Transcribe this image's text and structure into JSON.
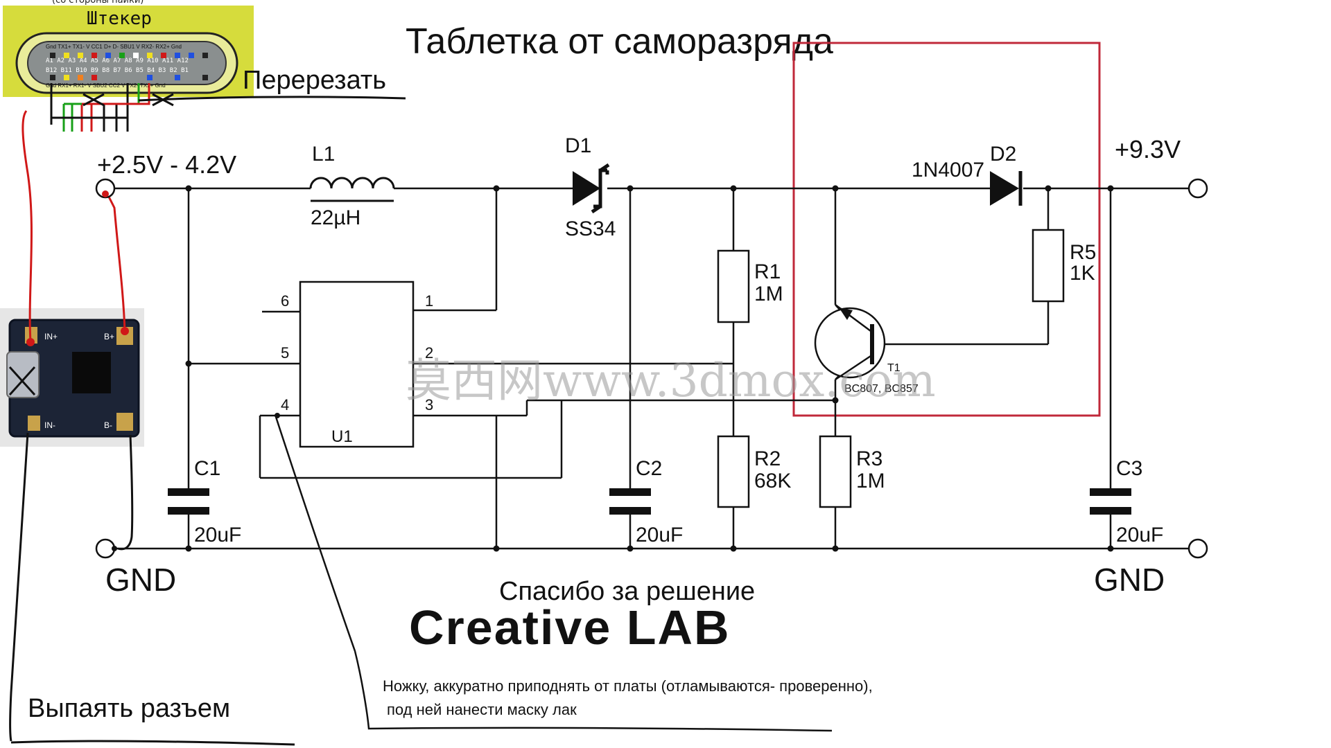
{
  "title": "Таблетка от саморазряда",
  "subtitle_thanks": "Спасибо за решение",
  "brand": "Creative LAB",
  "watermark": "莫西网www.3dmox.com",
  "notes": {
    "cut": "Перерезать",
    "desolder": "Выпаять разъем",
    "leg_line1": "Ножку, аккуратно приподнять от платы (отламываются- проверенно),",
    "leg_line2": "под ней нанести маску лак"
  },
  "connector": {
    "top_text": "(со стороны пайки)",
    "name": "Штекер",
    "pins_top": "Gnd TX1+ TX1- V CC1 D+ D- SBU1 V RX2- RX2+ Gnd",
    "pins_a": "A1 A2 A3 A4 A5 A6 A7 A8 A9 A10 A11 A12",
    "pins_b": "B12 B11 B10 B9 B8 B7 B6 B5 B4 B3 B2 B1",
    "pins_bottom": "Gnd RX1+ RX1- V SBU2 CC2 V TX2- TX2+ Gnd"
  },
  "board": {
    "in_plus": "IN+",
    "b_plus": "B+",
    "in_minus": "IN-",
    "b_minus": "B-"
  },
  "rails": {
    "vin": "+2.5V - 4.2V",
    "vout": "+9.3V",
    "gnd_left": "GND",
    "gnd_right": "GND"
  },
  "components": {
    "L1": {
      "ref": "L1",
      "value": "22µH"
    },
    "D1": {
      "ref": "D1",
      "value": "SS34"
    },
    "D2": {
      "ref": "D2",
      "value": "1N4007"
    },
    "R1": {
      "ref": "R1",
      "value": "1M"
    },
    "R2": {
      "ref": "R2",
      "value": "68K"
    },
    "R3": {
      "ref": "R3",
      "value": "1M"
    },
    "R5": {
      "ref": "R5",
      "value": "1K"
    },
    "T1": {
      "ref": "T1",
      "value": "BC807, BC857"
    },
    "C1": {
      "ref": "C1",
      "value": "20uF"
    },
    "C2": {
      "ref": "C2",
      "value": "20uF"
    },
    "C3": {
      "ref": "C3",
      "value": "20uF"
    },
    "U1": {
      "ref": "U1",
      "pins": [
        "1",
        "2",
        "3",
        "4",
        "5",
        "6"
      ]
    }
  },
  "colors": {
    "wire": "#111111",
    "red_wire": "#d01818",
    "green_wire": "#18a018",
    "highlight_box": "#c0283a",
    "connector_bg": "#d6dc3c"
  }
}
